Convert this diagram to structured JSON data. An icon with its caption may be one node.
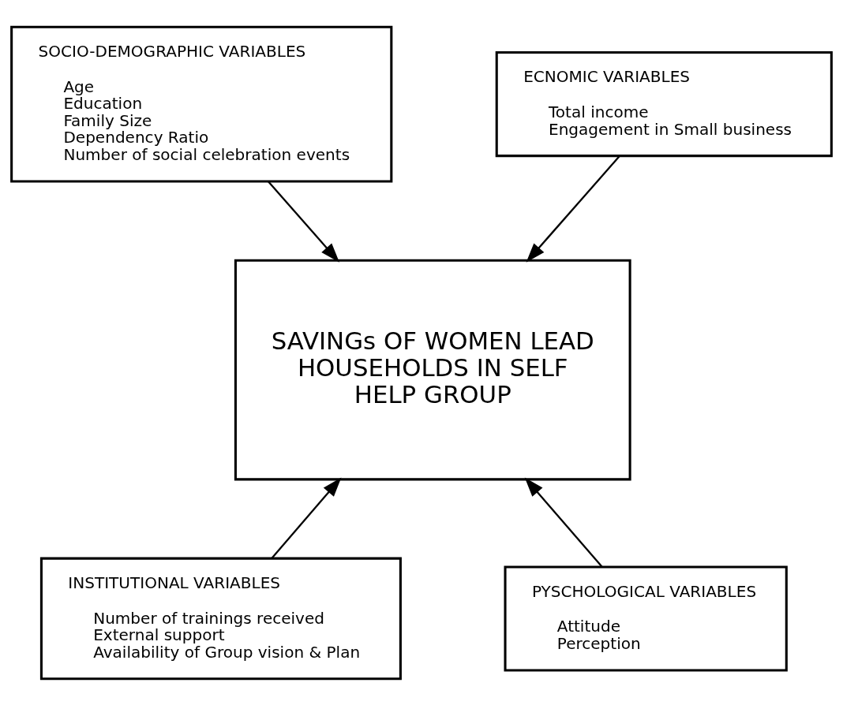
{
  "diagram": {
    "nodes": [
      {
        "text": [
          "SOCIO-DEMOGRAPHIC VARIABLES",
          "Age",
          "Education",
          "Family Size",
          "Dependency Ratio",
          "Number of social celebration events"
        ]
      },
      {
        "text": [
          "ECNOMIC VARIABLES",
          "Total income",
          "Engagement in Small business"
        ]
      },
      {
        "text": [
          "SAVINGs OF WOMEN LEAD HOUSEHOLDS IN SELF HELP GROUP"
        ]
      },
      {
        "text": [
          "INSTITUTIONAL VARIABLES",
          "Number of trainings received",
          "External support",
          "Availability of Group vision & Plan"
        ]
      },
      {
        "text": [
          "PYSCHOLOGICAL VARIABLES",
          "Attitude",
          "Perception"
        ]
      }
    ],
    "edges": [
      {
        "from": 0,
        "to": 2,
        "arrow": "to"
      },
      {
        "from": 1,
        "to": 2,
        "arrow": "to"
      },
      {
        "from": 3,
        "to": 2,
        "arrow": "to"
      },
      {
        "from": 4,
        "to": 2,
        "arrow": "to"
      }
    ]
  }
}
